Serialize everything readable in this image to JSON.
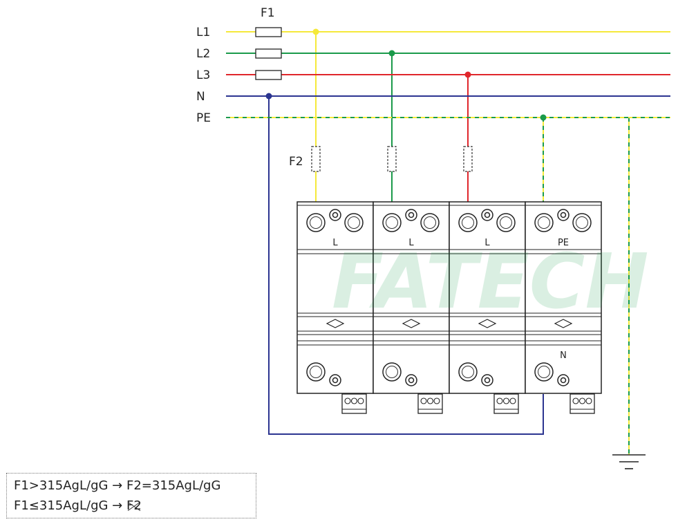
{
  "watermark": "FATECH",
  "fuse_main_label": "F1",
  "fuse_branch_label": "F2",
  "lines": [
    {
      "label": "L1",
      "color": "#f5e93a"
    },
    {
      "label": "L2",
      "color": "#1a9a4a"
    },
    {
      "label": "L3",
      "color": "#e0262b"
    },
    {
      "label": "N",
      "color": "#2b3490"
    },
    {
      "label": "PE",
      "color": "#f5e93a",
      "stripe": "#1a9a4a"
    }
  ],
  "modules": [
    {
      "top_label": "L",
      "bottom_label": ""
    },
    {
      "top_label": "L",
      "bottom_label": ""
    },
    {
      "top_label": "L",
      "bottom_label": ""
    },
    {
      "top_label": "PE",
      "bottom_label": "N"
    }
  ],
  "note": {
    "line1": "F1>315AgL/gG → F2=315AgL/gG",
    "line2_prefix": "F1≤315AgL/gG → ",
    "line2_struck": "F2"
  }
}
